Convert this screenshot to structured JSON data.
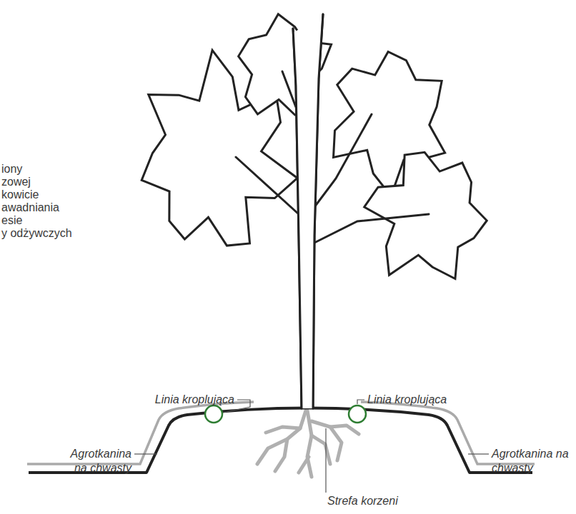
{
  "diagram": {
    "labels": [
      "iony",
      "zowej",
      "kowicie",
      "awadniania",
      "esie",
      "y odżywczych",
      "Linia kroplująca",
      "Linia kroplująca",
      "Agrotkanina na chwasty",
      "Agrotkanina na chwasty",
      "Strefa korzeni"
    ]
  }
}
